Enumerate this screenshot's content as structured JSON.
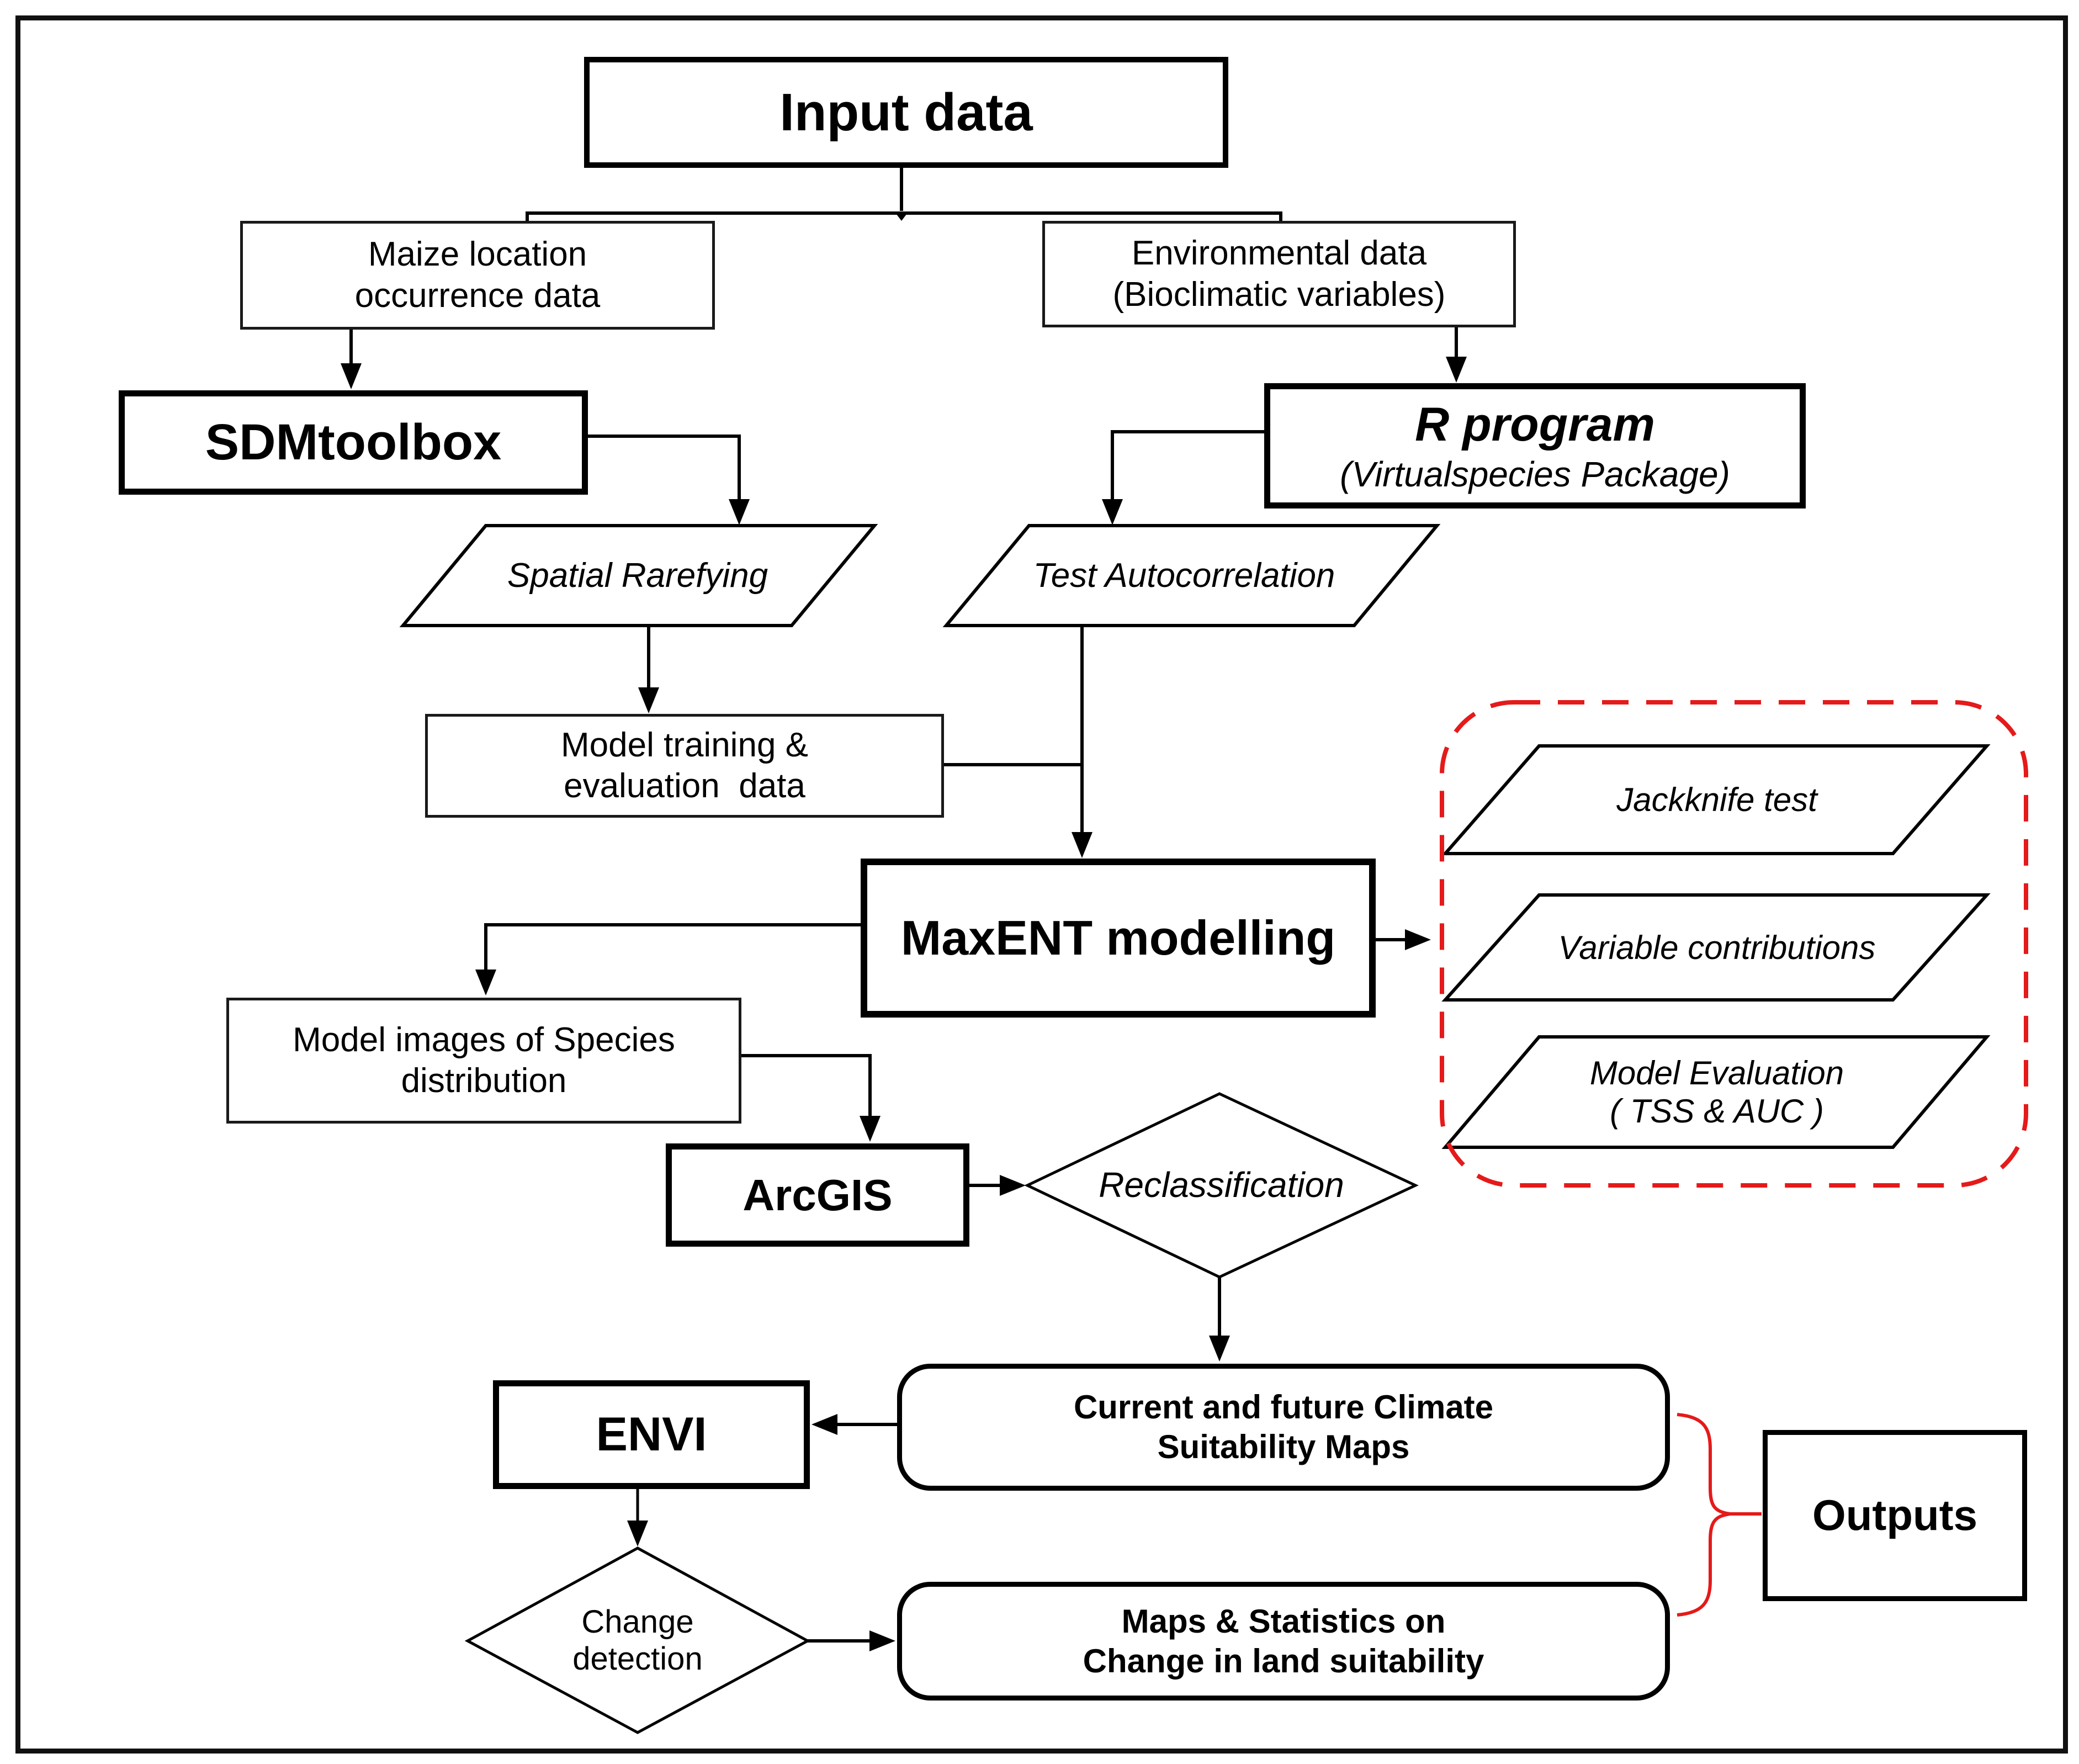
{
  "colors": {
    "accent_red": "#e51a1a",
    "line_black": "#000000"
  },
  "nodes": {
    "input_data": {
      "label": "Input data"
    },
    "maize": {
      "line1": "Maize location",
      "line2": "occurrence data"
    },
    "environmental": {
      "line1": "Environmental data",
      "line2": "(Bioclimatic variables)"
    },
    "sdmtoolbox": {
      "label": "SDMtoolbox"
    },
    "r_program": {
      "title": "R program",
      "subtitle": "(Virtualspecies Package)"
    },
    "spatial_rarefying": {
      "label": "Spatial Rarefying"
    },
    "test_autocorrelation": {
      "label": "Test Autocorrelation"
    },
    "model_training": {
      "line1": "Model training &",
      "line2": "evaluation  data"
    },
    "maxent": {
      "label": "MaxENT modelling"
    },
    "jackknife": {
      "label": "Jackknife test"
    },
    "variable_contributions": {
      "label": "Variable contributions"
    },
    "model_evaluation": {
      "line1": "Model Evaluation",
      "line2": "( TSS & AUC )"
    },
    "model_images": {
      "line1": "Model images of Species",
      "line2": "distribution"
    },
    "arcgis": {
      "label": "ArcGIS"
    },
    "reclassification": {
      "label": "Reclassification"
    },
    "current_maps": {
      "line1": "Current and future Climate",
      "line2": "Suitability Maps"
    },
    "envi": {
      "label": "ENVI"
    },
    "change_detection": {
      "line1": "Change",
      "line2": "detection"
    },
    "maps_statistics": {
      "line1": "Maps & Statistics on",
      "line2": "Change in land suitability"
    },
    "outputs": {
      "label": "Outputs"
    }
  }
}
